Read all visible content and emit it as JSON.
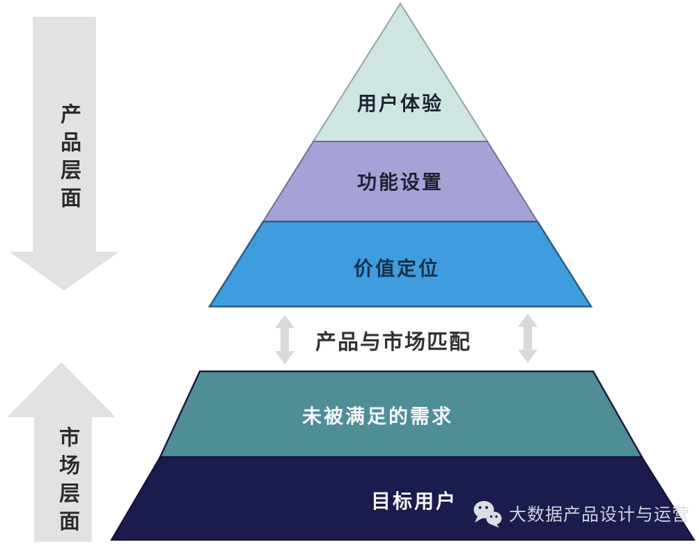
{
  "diagram": {
    "background_color": "#ffffff",
    "side_arrows": {
      "arrow_color": "#e2e2e2",
      "product_level": {
        "label": "产品层面",
        "direction": "down"
      },
      "market_level": {
        "label": "市场层面",
        "direction": "up"
      }
    },
    "product_pyramid": {
      "layers": [
        {
          "label": "用户体验",
          "color": "#cfe5e2"
        },
        {
          "label": "功能设置",
          "color": "#a4a2d6"
        },
        {
          "label": "价值定位",
          "color": "#3f9cdf"
        }
      ]
    },
    "fit_connector": {
      "label": "产品与市场匹配",
      "arrow_color": "#d9d9d9"
    },
    "market_pyramid": {
      "layers": [
        {
          "label": "未被满足的需求",
          "color": "#4f8e96"
        },
        {
          "label": "目标用户",
          "color": "#1b1b4d"
        }
      ]
    },
    "watermark": {
      "icon": "wechat-icon",
      "text": "大数据产品设计与运营"
    }
  }
}
